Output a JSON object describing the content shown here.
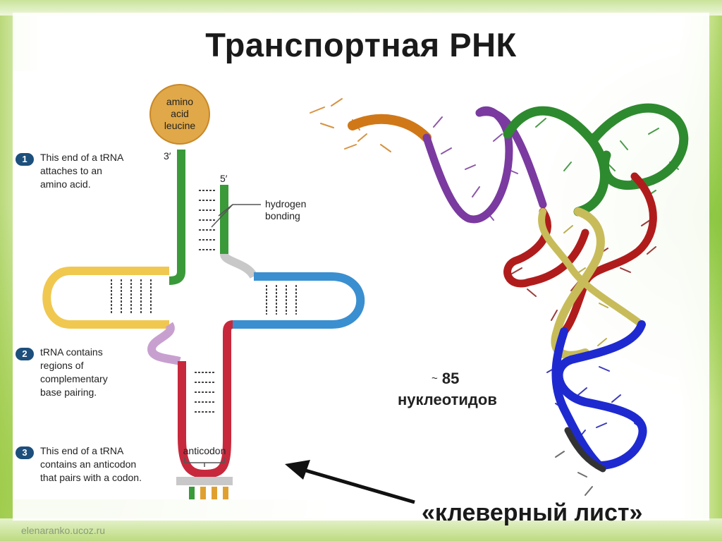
{
  "title": "Транспортная РНК",
  "diagram": {
    "amino_acid_label": [
      "amino",
      "acid",
      "leucine"
    ],
    "end_3": "3′",
    "end_5": "5′",
    "hydrogen_label": [
      "hydrogen",
      "bonding"
    ],
    "anticodon_label": "anticodon"
  },
  "steps": [
    {
      "num": "1",
      "lines": [
        "This end of a tRNA",
        "attaches to an",
        "amino acid."
      ]
    },
    {
      "num": "2",
      "lines": [
        "tRNA contains",
        "regions of",
        "complementary",
        "base pairing."
      ]
    },
    {
      "num": "3",
      "lines": [
        "This end of a tRNA",
        "contains an anticodon",
        "that pairs with a codon."
      ]
    }
  ],
  "nucleotides": {
    "tilde": "~",
    "count": "85",
    "word": "нуклеотидов"
  },
  "clover_leaf": "«клеверный лист»",
  "watermark": "elenaranko.ucoz.ru",
  "colors": {
    "green": "#3a9a3a",
    "yellow": "#f0c850",
    "blue": "#3a8fd0",
    "red": "#c8283c",
    "purple": "#c8a0d0",
    "gray": "#c8c8c8",
    "orange": "#e0a030",
    "amino": "#e0a848",
    "badge": "#1c4f7c"
  }
}
